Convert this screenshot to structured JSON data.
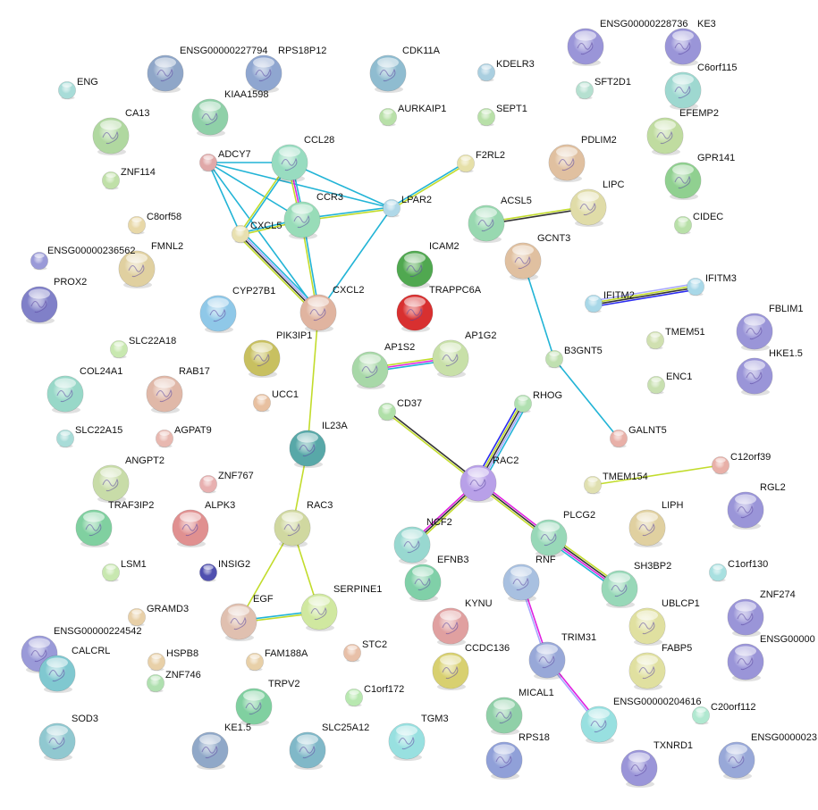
{
  "evidence_colors": {
    "database": "#22b4d6",
    "textmining": "#c2dc2c",
    "coexpression": "#333333",
    "experiments": "#e020e0",
    "homology": "#a8a8ff",
    "cooccurrence": "#2a2af0"
  },
  "nodes": [
    {
      "label": "ENG",
      "color": "#a8dcd8",
      "structure": false
    },
    {
      "label": "ENSG00000227794",
      "color": "#8fa6c8",
      "structure": true
    },
    {
      "label": "RPS18P12",
      "color": "#8fa6d0",
      "structure": true
    },
    {
      "label": "CDK11A",
      "color": "#8fbcd0",
      "structure": true
    },
    {
      "label": "KDELR3",
      "color": "#aacfe0",
      "structure": false
    },
    {
      "label": "ENSG00000228736",
      "color": "#9a95d8",
      "structure": true
    },
    {
      "label": "KE3",
      "color": "#9a95d8",
      "structure": true
    },
    {
      "label": "C6orf115",
      "color": "#9ed8d0",
      "structure": true
    },
    {
      "label": "SFT2D1",
      "color": "#b5e0d0",
      "structure": false
    },
    {
      "label": "KIAA1598",
      "color": "#8fd0a8",
      "structure": true
    },
    {
      "label": "AURKAIP1",
      "color": "#b8e0a8",
      "structure": false
    },
    {
      "label": "SEPT1",
      "color": "#b8e0a8",
      "structure": false
    },
    {
      "label": "CA13",
      "color": "#b0d8a0",
      "structure": true
    },
    {
      "label": "EFEMP2",
      "color": "#c0dca0",
      "structure": true
    },
    {
      "label": "ADCY7",
      "color": "#e0a8a8",
      "structure": false
    },
    {
      "label": "CCL28",
      "color": "#98dcc0",
      "structure": true
    },
    {
      "label": "F2RL2",
      "color": "#e6e0a8",
      "structure": false
    },
    {
      "label": "PDLIM2",
      "color": "#e0c0a0",
      "structure": true
    },
    {
      "label": "GPR141",
      "color": "#90d090",
      "structure": true
    },
    {
      "label": "ZNF114",
      "color": "#c0e0a8",
      "structure": false
    },
    {
      "label": "CCR3",
      "color": "#98dcb8",
      "structure": true
    },
    {
      "label": "LPAR2",
      "color": "#b0d8e8",
      "structure": false
    },
    {
      "label": "ACSL5",
      "color": "#98d8b0",
      "structure": true
    },
    {
      "label": "LIPC",
      "color": "#e0dca8",
      "structure": true
    },
    {
      "label": "CIDEC",
      "color": "#b8e0a8",
      "structure": false
    },
    {
      "label": "C8orf58",
      "color": "#e8d8a8",
      "structure": false
    },
    {
      "label": "CXCL5",
      "color": "#e8e0b0",
      "structure": false
    },
    {
      "label": "ENSG00000236562",
      "color": "#9a9ad8",
      "structure": false
    },
    {
      "label": "FMNL2",
      "color": "#e0d0a0",
      "structure": true
    },
    {
      "label": "ICAM2",
      "color": "#50a850",
      "structure": true
    },
    {
      "label": "GCNT3",
      "color": "#e0c0a0",
      "structure": true
    },
    {
      "label": "PROX2",
      "color": "#8080c8",
      "structure": true
    },
    {
      "label": "CYP27B1",
      "color": "#8fc8e8",
      "structure": true
    },
    {
      "label": "CXCL2",
      "color": "#e0b4a0",
      "structure": true
    },
    {
      "label": "TRAPPC6A",
      "color": "#d83030",
      "structure": true
    },
    {
      "label": "IFITM2",
      "color": "#a8d8e8",
      "structure": false
    },
    {
      "label": "IFITM3",
      "color": "#a8d8e8",
      "structure": false
    },
    {
      "label": "FBLIM1",
      "color": "#9a95d8",
      "structure": true
    },
    {
      "label": "SLC22A18",
      "color": "#c8e8b0",
      "structure": false
    },
    {
      "label": "PIK3IP1",
      "color": "#c8c060",
      "structure": true
    },
    {
      "label": "TMEM51",
      "color": "#d0e0b0",
      "structure": false
    },
    {
      "label": "B3GNT5",
      "color": "#c0e0b0",
      "structure": false
    },
    {
      "label": "HKE1.5",
      "color": "#9a95d8",
      "structure": true
    },
    {
      "label": "COL24A1",
      "color": "#98d8c8",
      "structure": true
    },
    {
      "label": "RAB17",
      "color": "#e0b8a8",
      "structure": true
    },
    {
      "label": "AP1S2",
      "color": "#a8d8a8",
      "structure": true
    },
    {
      "label": "AP1G2",
      "color": "#c8e0a8",
      "structure": true
    },
    {
      "label": "UCC1",
      "color": "#e8c0a0",
      "structure": false
    },
    {
      "label": "ENC1",
      "color": "#c8e0b0",
      "structure": false
    },
    {
      "label": "CD37",
      "color": "#b0e0a8",
      "structure": false
    },
    {
      "label": "RHOG",
      "color": "#b0e0b0",
      "structure": false
    },
    {
      "label": "SLC22A15",
      "color": "#a8dcd8",
      "structure": false
    },
    {
      "label": "AGPAT9",
      "color": "#e8b8b0",
      "structure": false
    },
    {
      "label": "IL23A",
      "color": "#58a8a8",
      "structure": true
    },
    {
      "label": "GALNT5",
      "color": "#e8b0a8",
      "structure": false
    },
    {
      "label": "RAC2",
      "color": "#b8a0e8",
      "structure": true
    },
    {
      "label": "C12orf39",
      "color": "#e8b0a8",
      "structure": false
    },
    {
      "label": "ANGPT2",
      "color": "#c8dca8",
      "structure": true
    },
    {
      "label": "ZNF767",
      "color": "#e8b0b0",
      "structure": false
    },
    {
      "label": "TMEM154",
      "color": "#e0e0b0",
      "structure": false
    },
    {
      "label": "RGL2",
      "color": "#9a95d8",
      "structure": true
    },
    {
      "label": "TRAF3IP2",
      "color": "#80d0a0",
      "structure": true
    },
    {
      "label": "ALPK3",
      "color": "#e09090",
      "structure": true
    },
    {
      "label": "RAC3",
      "color": "#d0d8a0",
      "structure": true
    },
    {
      "label": "LIPH",
      "color": "#e0d0a0",
      "structure": true
    },
    {
      "label": "NCF2",
      "color": "#98d8d0",
      "structure": true
    },
    {
      "label": "PLCG2",
      "color": "#98d8b8",
      "structure": true
    },
    {
      "label": "LSM1",
      "color": "#c8e8b0",
      "structure": false
    },
    {
      "label": "INSIG2",
      "color": "#5050b0",
      "structure": false
    },
    {
      "label": "RNF",
      "color": "#a8c0e0",
      "structure": true
    },
    {
      "label": "SH3BP2",
      "color": "#98d8b8",
      "structure": true
    },
    {
      "label": "C1orf130",
      "color": "#a8e0e0",
      "structure": false
    },
    {
      "label": "EFNB3",
      "color": "#80d0a8",
      "structure": true
    },
    {
      "label": "GRAMD3",
      "color": "#e8d0a8",
      "structure": false
    },
    {
      "label": "EGF",
      "color": "#e0c0b0",
      "structure": true
    },
    {
      "label": "SERPINE1",
      "color": "#d0e8a0",
      "structure": true
    },
    {
      "label": "KYNU",
      "color": "#e0a0a0",
      "structure": true
    },
    {
      "label": "UBLCP1",
      "color": "#e0e0a0",
      "structure": true
    },
    {
      "label": "ZNF274",
      "color": "#9a95d8",
      "structure": true
    },
    {
      "label": "ENSG00000224542",
      "color": "#9a9ad8",
      "structure": true
    },
    {
      "label": "HSPB8",
      "color": "#e8d0a8",
      "structure": false
    },
    {
      "label": "FAM188A",
      "color": "#e8d0a8",
      "structure": false
    },
    {
      "label": "STC2",
      "color": "#e8c0a8",
      "structure": false
    },
    {
      "label": "CCDC136",
      "color": "#d8d070",
      "structure": true
    },
    {
      "label": "TRIM31",
      "color": "#98a8d8",
      "structure": true
    },
    {
      "label": "FABP5",
      "color": "#e0e0a0",
      "structure": true
    },
    {
      "label": "ENSG00000",
      "color": "#9a95d8",
      "structure": true
    },
    {
      "label": "CALCRL",
      "color": "#80c8d0",
      "structure": true
    },
    {
      "label": "ZNF746",
      "color": "#b0e0b0",
      "structure": false
    },
    {
      "label": "TRPV2",
      "color": "#80d0a0",
      "structure": true
    },
    {
      "label": "C1orf172",
      "color": "#b8e8b0",
      "structure": false
    },
    {
      "label": "MICAL1",
      "color": "#90d0a8",
      "structure": true
    },
    {
      "label": "ENSG00000204616",
      "color": "#98e0e0",
      "structure": true
    },
    {
      "label": "C20orf112",
      "color": "#b0e8d0",
      "structure": false
    },
    {
      "label": "SOD3",
      "color": "#90c8d0",
      "structure": true
    },
    {
      "label": "KE1.5",
      "color": "#90a8c8",
      "structure": true
    },
    {
      "label": "SLC25A12",
      "color": "#80b8c8",
      "structure": true
    },
    {
      "label": "TGM3",
      "color": "#98e0e0",
      "structure": true
    },
    {
      "label": "RPS18",
      "color": "#90a0d8",
      "structure": true
    },
    {
      "label": "TXNRD1",
      "color": "#9a95d8",
      "structure": true
    },
    {
      "label": "ENSG0000023",
      "color": "#98a8d8",
      "structure": true
    }
  ],
  "edges": [
    {
      "source": "ADCY7",
      "target": "CCL28",
      "evidence": [
        "database"
      ]
    },
    {
      "source": "ADCY7",
      "target": "CCR3",
      "evidence": [
        "database"
      ]
    },
    {
      "source": "ADCY7",
      "target": "LPAR2",
      "evidence": [
        "database"
      ]
    },
    {
      "source": "ADCY7",
      "target": "CXCL5",
      "evidence": [
        "database"
      ]
    },
    {
      "source": "ADCY7",
      "target": "CXCL2",
      "evidence": [
        "database"
      ]
    },
    {
      "source": "CCL28",
      "target": "CCR3",
      "evidence": [
        "database",
        "experiments",
        "textmining"
      ]
    },
    {
      "source": "CCL28",
      "target": "CXCL5",
      "evidence": [
        "database",
        "textmining"
      ]
    },
    {
      "source": "CCL28",
      "target": "LPAR2",
      "evidence": [
        "database"
      ]
    },
    {
      "source": "CCR3",
      "target": "CXCL2",
      "evidence": [
        "database",
        "textmining"
      ]
    },
    {
      "source": "CXCL5",
      "target": "CCR3",
      "evidence": [
        "database",
        "textmining"
      ]
    },
    {
      "source": "CXCL5",
      "target": "CXCL2",
      "evidence": [
        "database",
        "homology",
        "coexpression",
        "textmining"
      ]
    },
    {
      "source": "CCR3",
      "target": "LPAR2",
      "evidence": [
        "database",
        "textmining"
      ]
    },
    {
      "source": "LPAR2",
      "target": "CXCL2",
      "evidence": [
        "database"
      ]
    },
    {
      "source": "LPAR2",
      "target": "F2RL2",
      "evidence": [
        "database",
        "textmining"
      ]
    },
    {
      "source": "CXCL2",
      "target": "IL23A",
      "evidence": [
        "textmining"
      ]
    },
    {
      "source": "IL23A",
      "target": "RAC3",
      "evidence": [
        "textmining"
      ]
    },
    {
      "source": "RAC3",
      "target": "EGF",
      "evidence": [
        "textmining"
      ]
    },
    {
      "source": "RAC3",
      "target": "SERPINE1",
      "evidence": [
        "textmining"
      ]
    },
    {
      "source": "EGF",
      "target": "SERPINE1",
      "evidence": [
        "database",
        "textmining"
      ]
    },
    {
      "source": "ACSL5",
      "target": "LIPC",
      "evidence": [
        "textmining",
        "coexpression"
      ]
    },
    {
      "source": "AP1S2",
      "target": "AP1G2",
      "evidence": [
        "textmining",
        "experiments",
        "database"
      ]
    },
    {
      "source": "GCNT3",
      "target": "B3GNT5",
      "evidence": [
        "database"
      ]
    },
    {
      "source": "B3GNT5",
      "target": "GALNT5",
      "evidence": [
        "database"
      ]
    },
    {
      "source": "IFITM2",
      "target": "IFITM3",
      "evidence": [
        "homology",
        "textmining",
        "coexpression",
        "cooccurrence"
      ]
    },
    {
      "source": "TMEM154",
      "target": "C12orf39",
      "evidence": [
        "textmining"
      ]
    },
    {
      "source": "CD37",
      "target": "RAC2",
      "evidence": [
        "coexpression",
        "textmining"
      ]
    },
    {
      "source": "RHOG",
      "target": "RAC2",
      "evidence": [
        "database",
        "homology",
        "coexpression",
        "textmining",
        "cooccurrence"
      ]
    },
    {
      "source": "RAC2",
      "target": "NCF2",
      "evidence": [
        "textmining",
        "coexpression",
        "experiments"
      ]
    },
    {
      "source": "RAC2",
      "target": "PLCG2",
      "evidence": [
        "experiments",
        "coexpression",
        "textmining"
      ]
    },
    {
      "source": "PLCG2",
      "target": "SH3BP2",
      "evidence": [
        "textmining",
        "coexpression",
        "experiments",
        "database"
      ]
    },
    {
      "source": "RNF",
      "target": "TRIM31",
      "evidence": [
        "experiments",
        "homology"
      ]
    },
    {
      "source": "TRIM31",
      "target": "ENSG00000204616",
      "evidence": [
        "experiments",
        "homology"
      ]
    }
  ]
}
